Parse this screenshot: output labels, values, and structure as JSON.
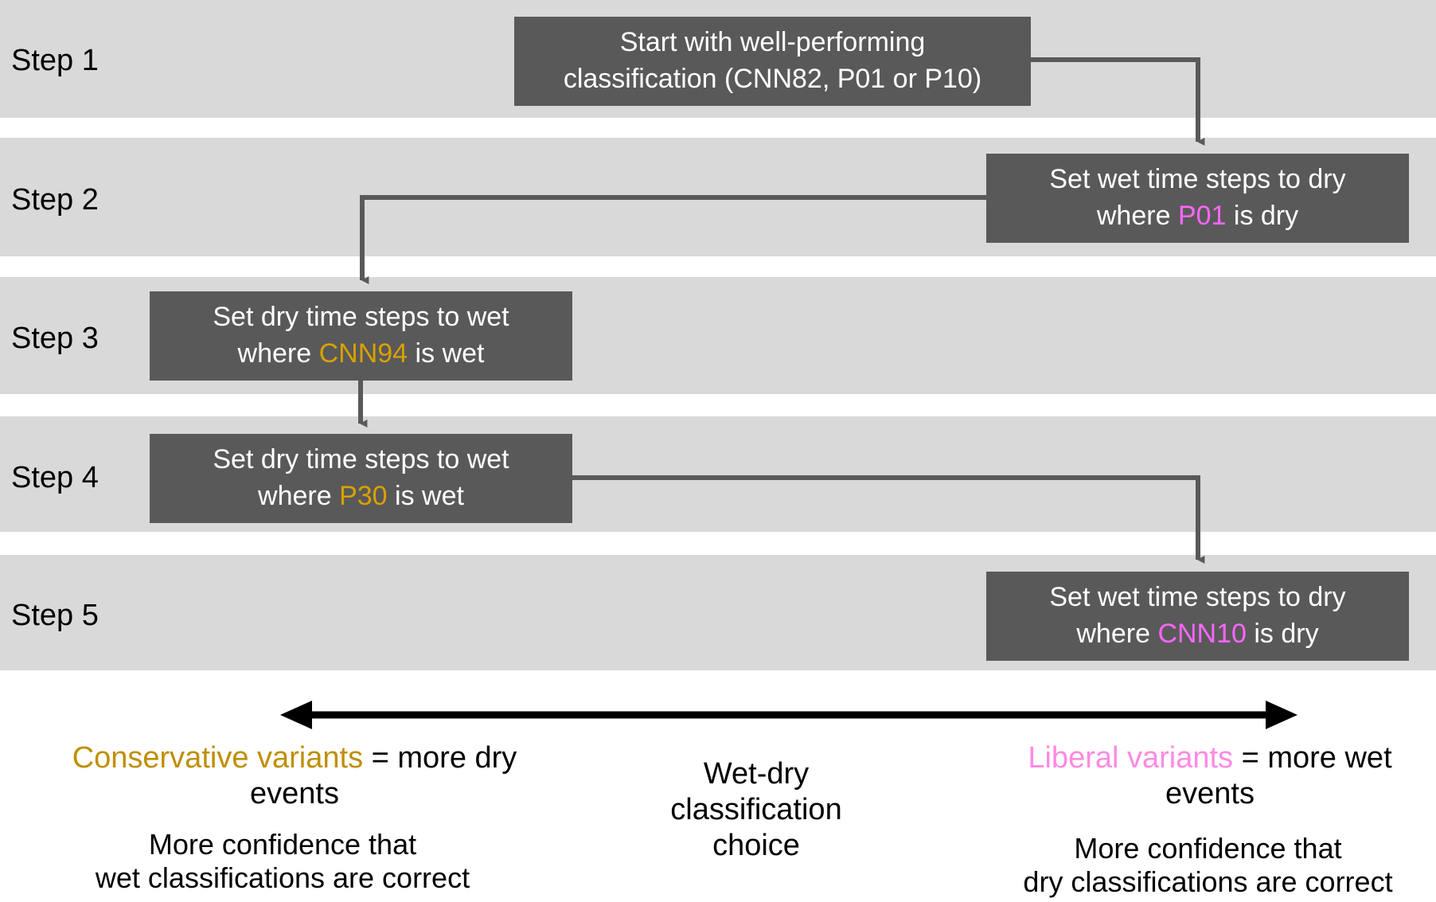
{
  "colors": {
    "band": "#d9d9d9",
    "box": "#595959",
    "box_text": "#ffffff",
    "liberal_pink": "#ff66ff",
    "conservative_gold": "#d9a100",
    "legend_gold": "#bf8f00",
    "legend_pink": "#ff8ae2",
    "connector": "#595959",
    "axis_arrow": "#000000",
    "page_bg": "#ffffff"
  },
  "steps": [
    {
      "label": "Step 1",
      "box": {
        "line1": "Start with well-performing",
        "line2_prefix": "classification (CNN82, P01 or P10)",
        "highlight": null,
        "highlight_color": null
      }
    },
    {
      "label": "Step 2",
      "box": {
        "line1": "Set wet time steps to dry",
        "line2_prefix": "where ",
        "highlight": "P01",
        "line2_suffix": " is dry",
        "highlight_color": "pink"
      }
    },
    {
      "label": "Step 3",
      "box": {
        "line1": "Set dry time steps to wet",
        "line2_prefix": "where ",
        "highlight": "CNN94",
        "line2_suffix": " is wet",
        "highlight_color": "gold"
      }
    },
    {
      "label": "Step 4",
      "box": {
        "line1": "Set dry time steps to wet",
        "line2_prefix": "where ",
        "highlight": "P30",
        "line2_suffix": " is wet",
        "highlight_color": "gold"
      }
    },
    {
      "label": "Step 5",
      "box": {
        "line1": "Set wet time steps to dry",
        "line2_prefix": "where ",
        "highlight": "CNN10",
        "line2_suffix": " is dry",
        "highlight_color": "pink"
      }
    }
  ],
  "legend": {
    "left": {
      "emphasis": "Conservative variants",
      "rest": " = more dry",
      "line2": "events",
      "note_line1": "More confidence that",
      "note_line2": "wet classifications are correct"
    },
    "center": {
      "line1": "Wet-dry",
      "line2": "classification",
      "line3": "choice"
    },
    "right": {
      "emphasis": "Liberal variants",
      "rest": " = more wet",
      "line2": "events",
      "note_line1": "More confidence that",
      "note_line2": "dry classifications are correct"
    }
  }
}
